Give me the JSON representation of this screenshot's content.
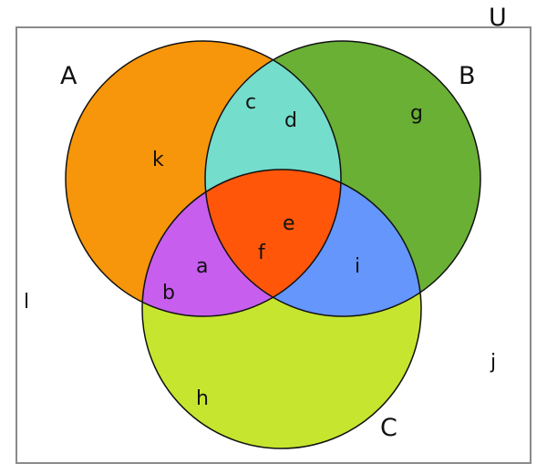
{
  "universe": {
    "label": "U"
  },
  "sets": [
    {
      "label": "A",
      "color": "#F7960A"
    },
    {
      "label": "B",
      "color": "#69B035"
    },
    {
      "label": "C",
      "color": "#C6E52F"
    }
  ],
  "regions": {
    "a_and_b_only": {
      "color": "#74DDCC",
      "elements": [
        "c",
        "d"
      ]
    },
    "a_and_c_only": {
      "color": "#C75EEE",
      "elements": [
        "a",
        "b"
      ]
    },
    "b_and_c_only": {
      "color": "#6496FB",
      "elements": [
        "i"
      ]
    },
    "all_three": {
      "color": "#FF560A",
      "elements": [
        "e",
        "f"
      ]
    },
    "a_only": {
      "elements": [
        "k"
      ]
    },
    "b_only": {
      "elements": [
        "g"
      ]
    },
    "c_only": {
      "elements": [
        "h"
      ]
    },
    "outside": {
      "elements": [
        "l",
        "j"
      ]
    }
  }
}
